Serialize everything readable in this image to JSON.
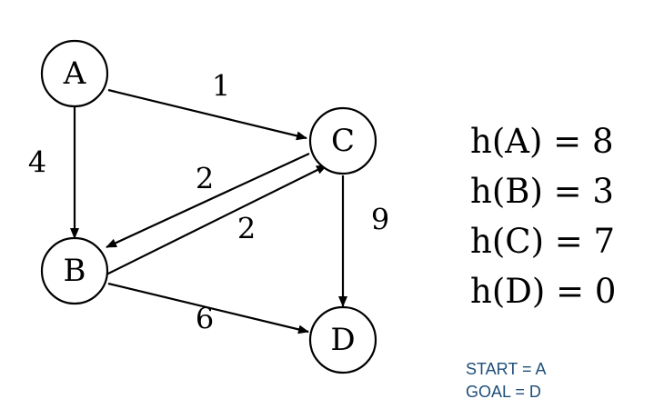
{
  "graph": {
    "nodes": {
      "A": {
        "label": "A"
      },
      "B": {
        "label": "B"
      },
      "C": {
        "label": "C"
      },
      "D": {
        "label": "D"
      }
    },
    "edges": [
      {
        "from": "A",
        "to": "C",
        "weight": "1"
      },
      {
        "from": "A",
        "to": "B",
        "weight": "4"
      },
      {
        "from": "C",
        "to": "B",
        "weight": "2"
      },
      {
        "from": "B",
        "to": "C",
        "weight": "2"
      },
      {
        "from": "C",
        "to": "D",
        "weight": "9"
      },
      {
        "from": "B",
        "to": "D",
        "weight": "6"
      }
    ]
  },
  "heuristics": [
    "h(A) = 8",
    "h(B) = 3",
    "h(C) = 7",
    "h(D) = 0"
  ],
  "start_text": "START = A",
  "goal_text": "GOAL = D"
}
